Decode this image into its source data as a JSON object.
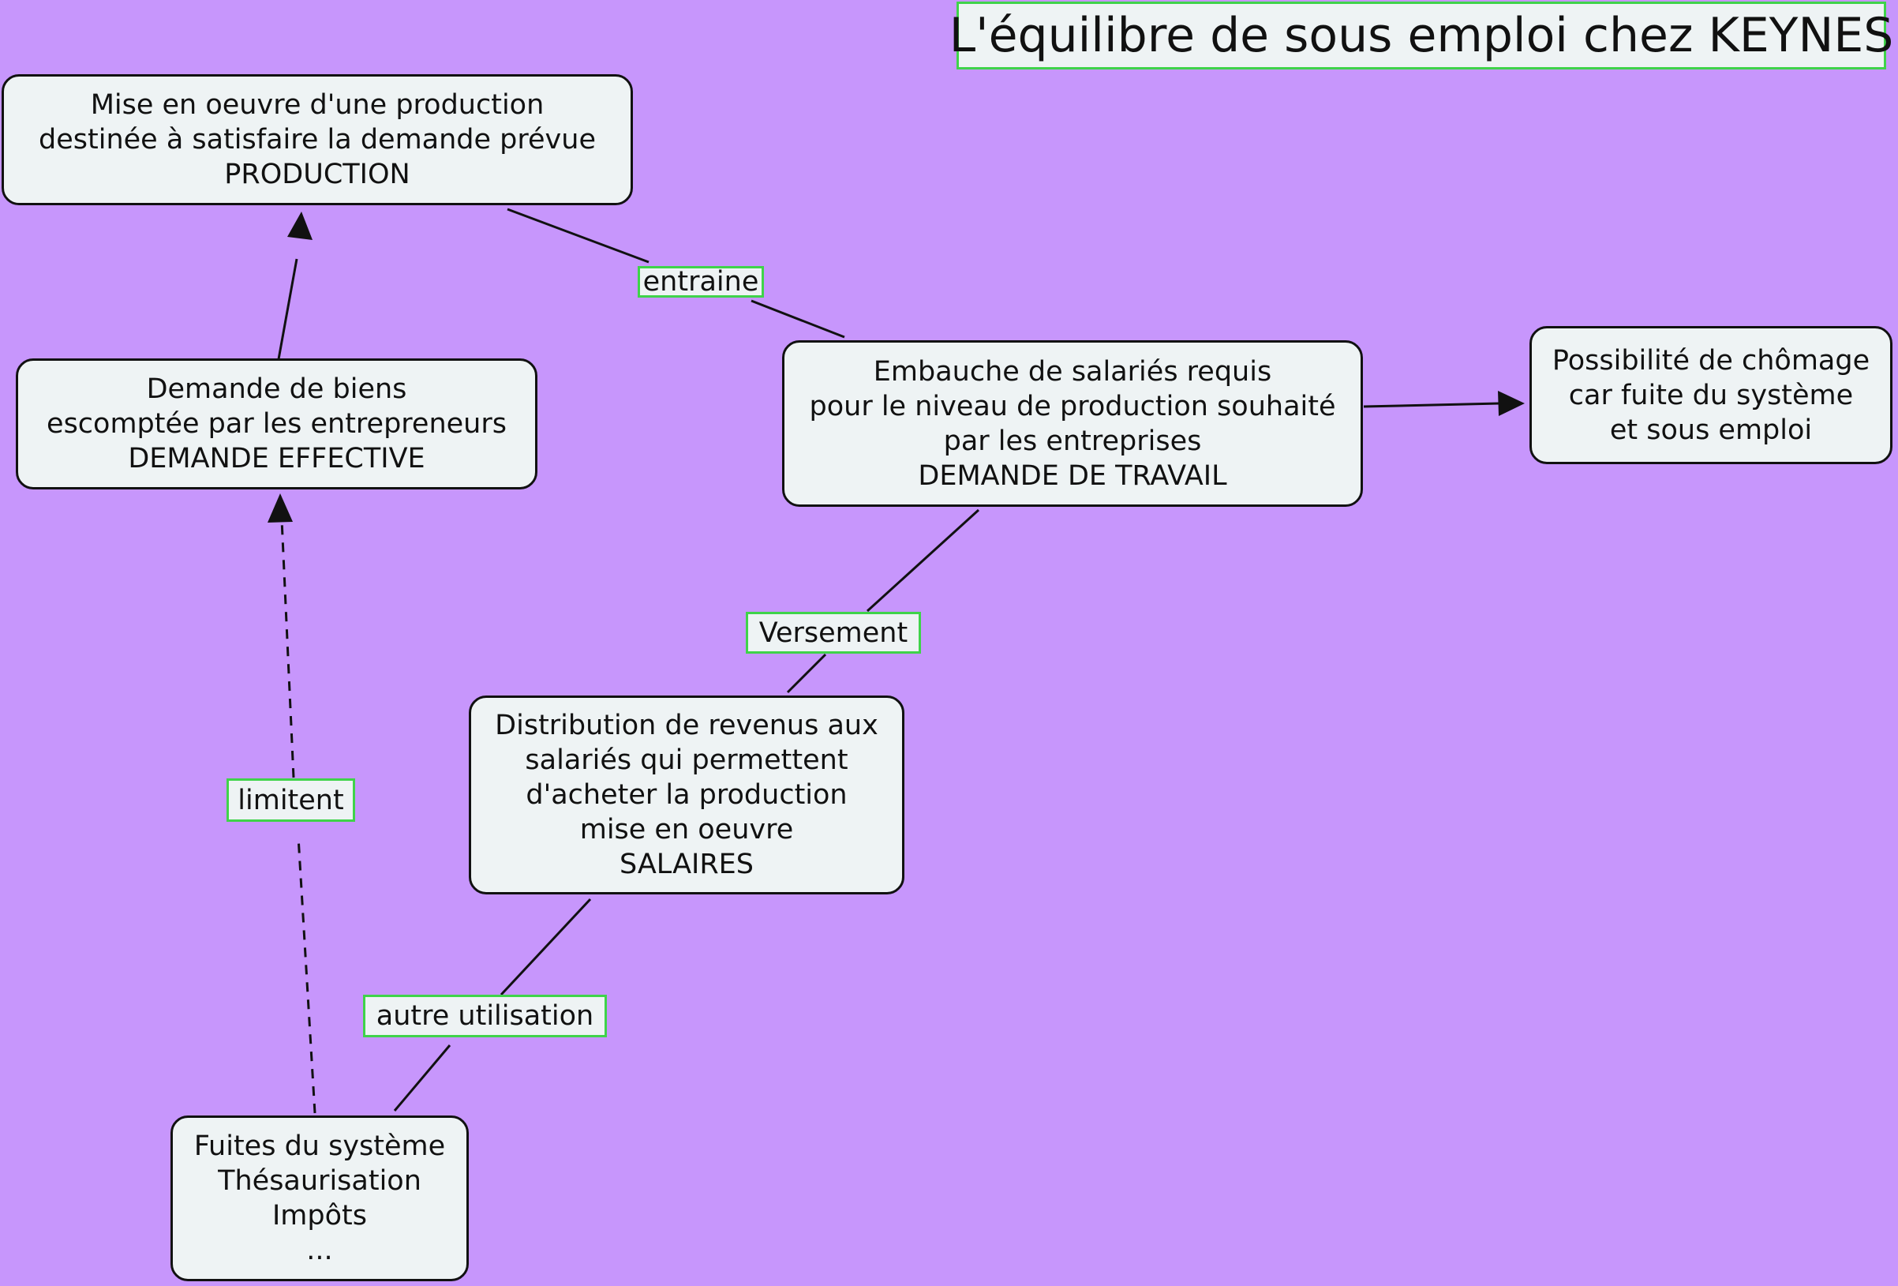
{
  "title": "L'équilibre de sous emploi chez KEYNES",
  "colors": {
    "background": "#c796fc",
    "node_fill": "#eef3f4",
    "node_border": "#111111",
    "label_border": "#3fd34a"
  },
  "nodes": {
    "production": [
      "Mise en oeuvre d'une production",
      "destinée à satisfaire la demande prévue",
      "PRODUCTION"
    ],
    "demande_effective": [
      "Demande de biens",
      "escomptée par les entrepreneurs",
      "DEMANDE EFFECTIVE"
    ],
    "demande_travail": [
      "Embauche de salariés requis",
      "pour le niveau de production souhaité",
      "par les entreprises",
      "DEMANDE DE TRAVAIL"
    ],
    "chomage": [
      "Possibilité de chômage",
      "car fuite du système",
      "et sous emploi"
    ],
    "salaires": [
      "Distribution de revenus aux",
      "salariés qui permettent",
      "d'acheter la production",
      "mise en oeuvre",
      "SALAIRES"
    ],
    "fuites": [
      "Fuites du système",
      "Thésaurisation",
      "Impôts",
      "..."
    ]
  },
  "links": {
    "entraine": "entraine",
    "versement": "Versement",
    "limitent": "limitent",
    "autre_utilisation": "autre utilisation"
  }
}
